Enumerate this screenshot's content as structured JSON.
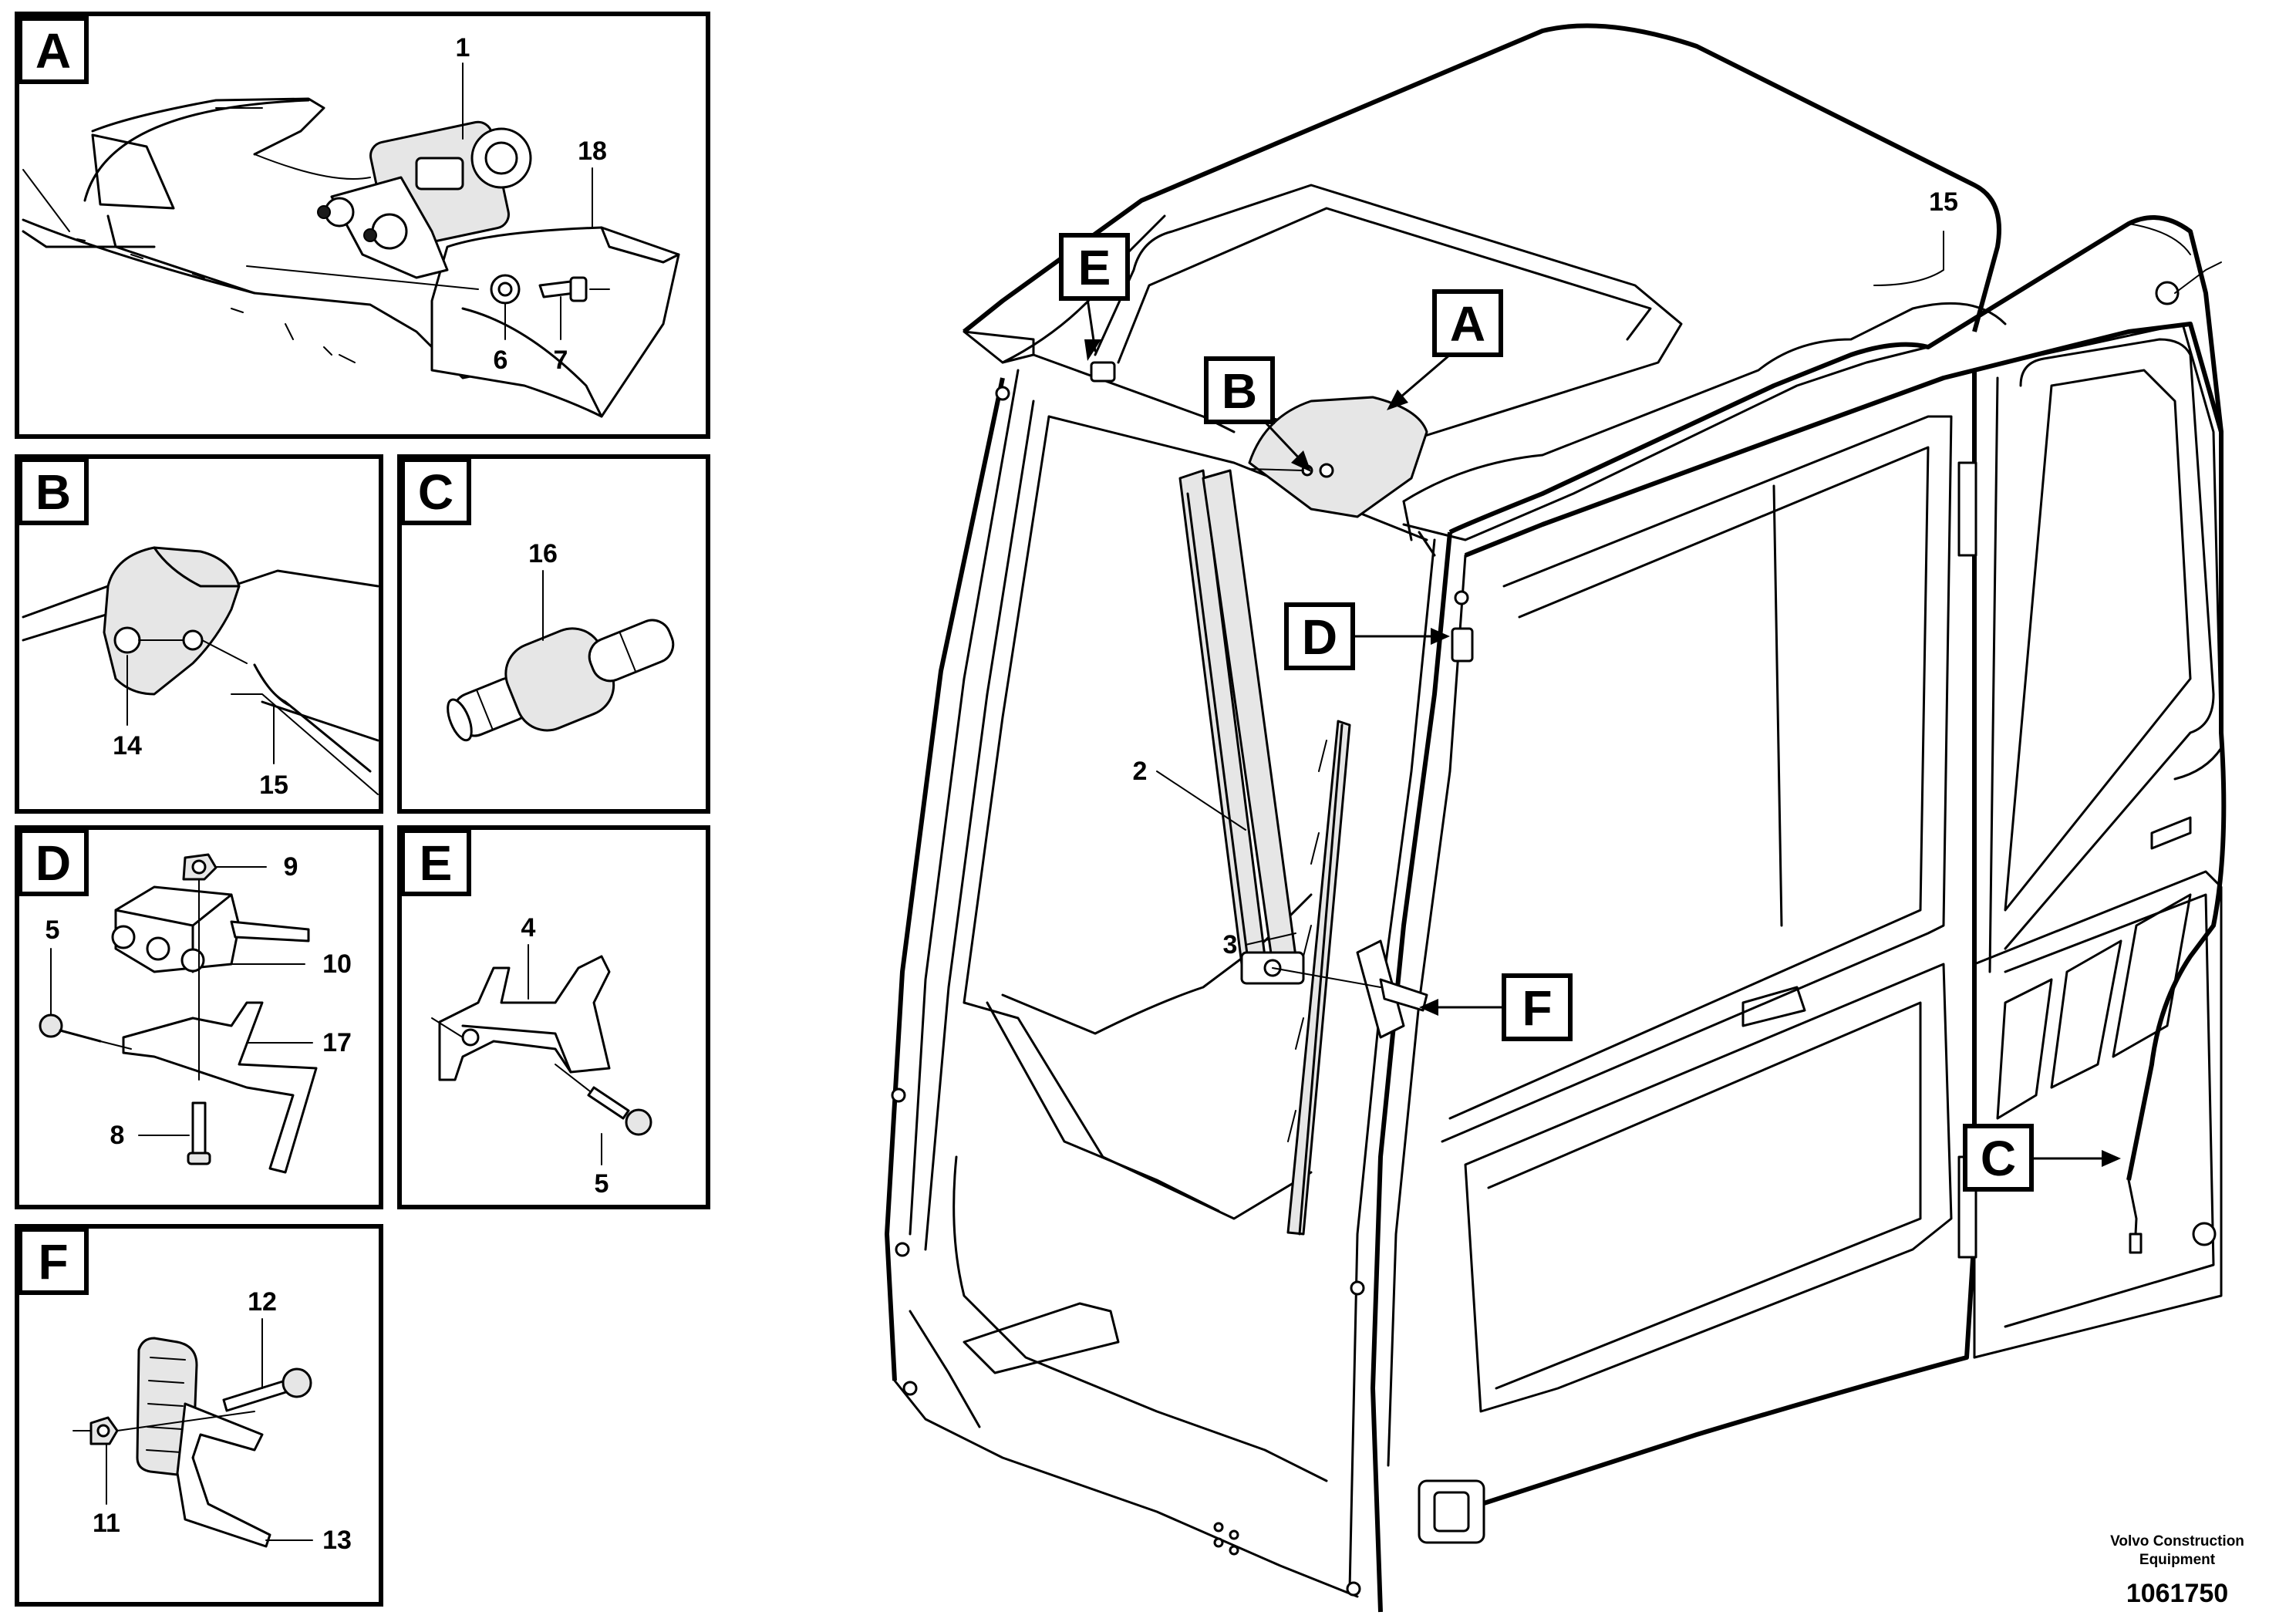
{
  "detail_tags": {
    "a": "A",
    "b": "B",
    "c": "C",
    "d": "D",
    "e": "E",
    "f": "F"
  },
  "callouts": {
    "n1": "1",
    "n2": "2",
    "n3": "3",
    "n4": "4",
    "n5a": "5",
    "n5b": "5",
    "n6": "6",
    "n7": "7",
    "n8": "8",
    "n9": "9",
    "n10": "10",
    "n11": "11",
    "n12": "12",
    "n13": "13",
    "n14": "14",
    "n15a": "15",
    "n15b": "15",
    "n16": "16",
    "n17": "17",
    "n18": "18"
  },
  "credit": {
    "line1": "Volvo Construction",
    "line2": "Equipment"
  },
  "document_number": "1061750"
}
